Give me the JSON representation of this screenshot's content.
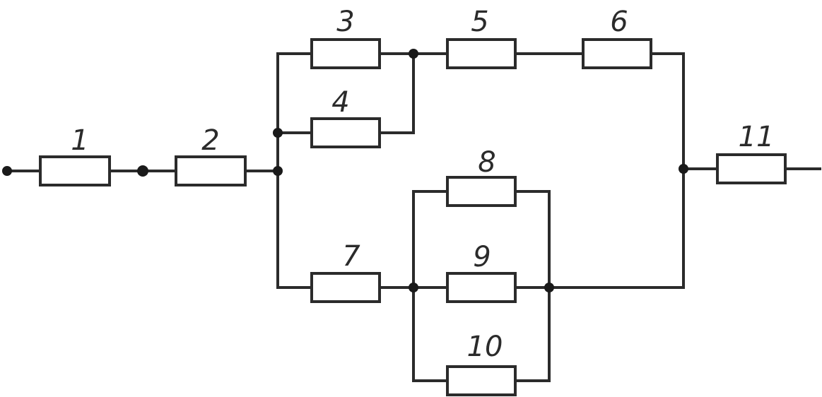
{
  "resistors": [
    {
      "id": "1",
      "label": "1"
    },
    {
      "id": "2",
      "label": "2"
    },
    {
      "id": "3",
      "label": "3"
    },
    {
      "id": "4",
      "label": "4"
    },
    {
      "id": "5",
      "label": "5"
    },
    {
      "id": "6",
      "label": "6"
    },
    {
      "id": "7",
      "label": "7"
    },
    {
      "id": "8",
      "label": "8"
    },
    {
      "id": "9",
      "label": "9"
    },
    {
      "id": "10",
      "label": "10"
    },
    {
      "id": "11",
      "label": "11"
    }
  ],
  "colors": {
    "line": "#2b2b2b",
    "node": "#1a1a1a",
    "background": "#ffffff"
  }
}
